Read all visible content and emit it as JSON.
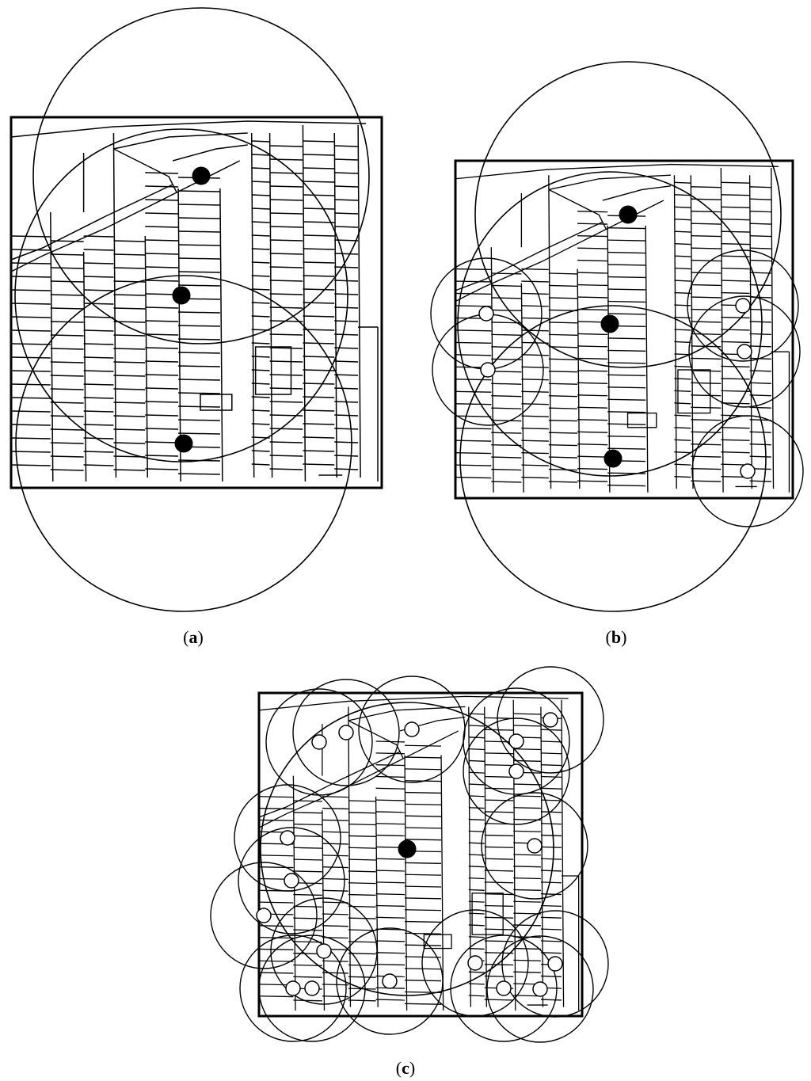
{
  "colors": {
    "ink": "#000000",
    "paper": "#ffffff"
  },
  "panels": [
    {
      "id": "a",
      "caption_open": "(",
      "caption_letter": "a",
      "caption_close": ")"
    },
    {
      "id": "b",
      "caption_open": "(",
      "caption_letter": "b",
      "caption_close": ")"
    },
    {
      "id": "c",
      "caption_open": "(",
      "caption_letter": "c",
      "caption_close": ")"
    }
  ],
  "marker_legend": {
    "filled": "filled-node",
    "hollow": "hollow-node"
  }
}
